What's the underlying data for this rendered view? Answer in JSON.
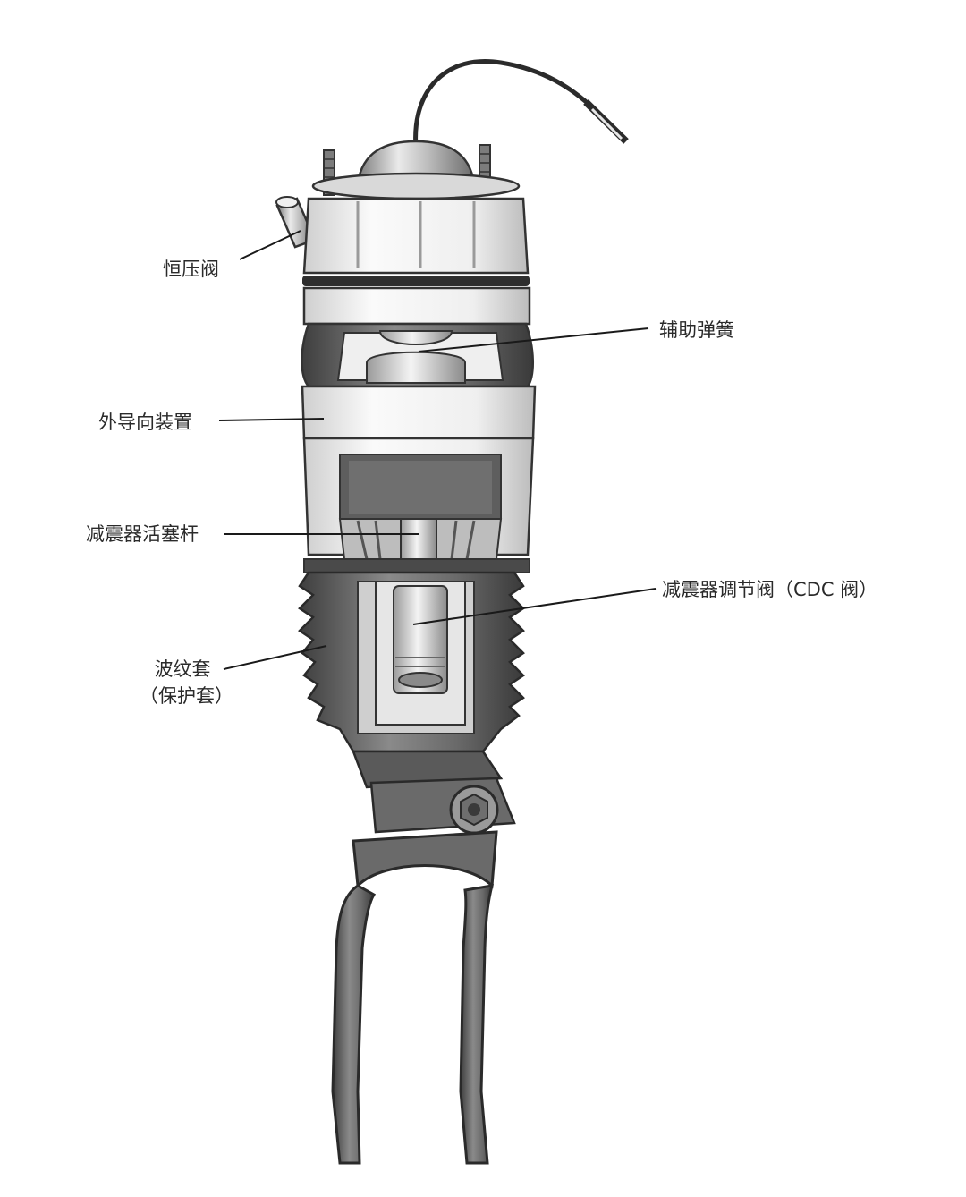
{
  "labels": {
    "pressure_valve": "恒压阀",
    "auxiliary_spring": "辅助弹簧",
    "outer_guide": "外导向装置",
    "piston_rod": "减震器活塞杆",
    "cdc_valve": "减震器调节阀（CDC 阀）",
    "bellows_line1": "波纹套",
    "bellows_line2": "（保护套）"
  },
  "colors": {
    "background": "#ffffff",
    "leader_line": "#1a1a1a",
    "label_text": "#2a2a2a",
    "metal_dark": "#5a5a5a",
    "metal_mid": "#8c8c8c",
    "metal_light": "#d6d6d6",
    "cap_white": "#ececec"
  }
}
